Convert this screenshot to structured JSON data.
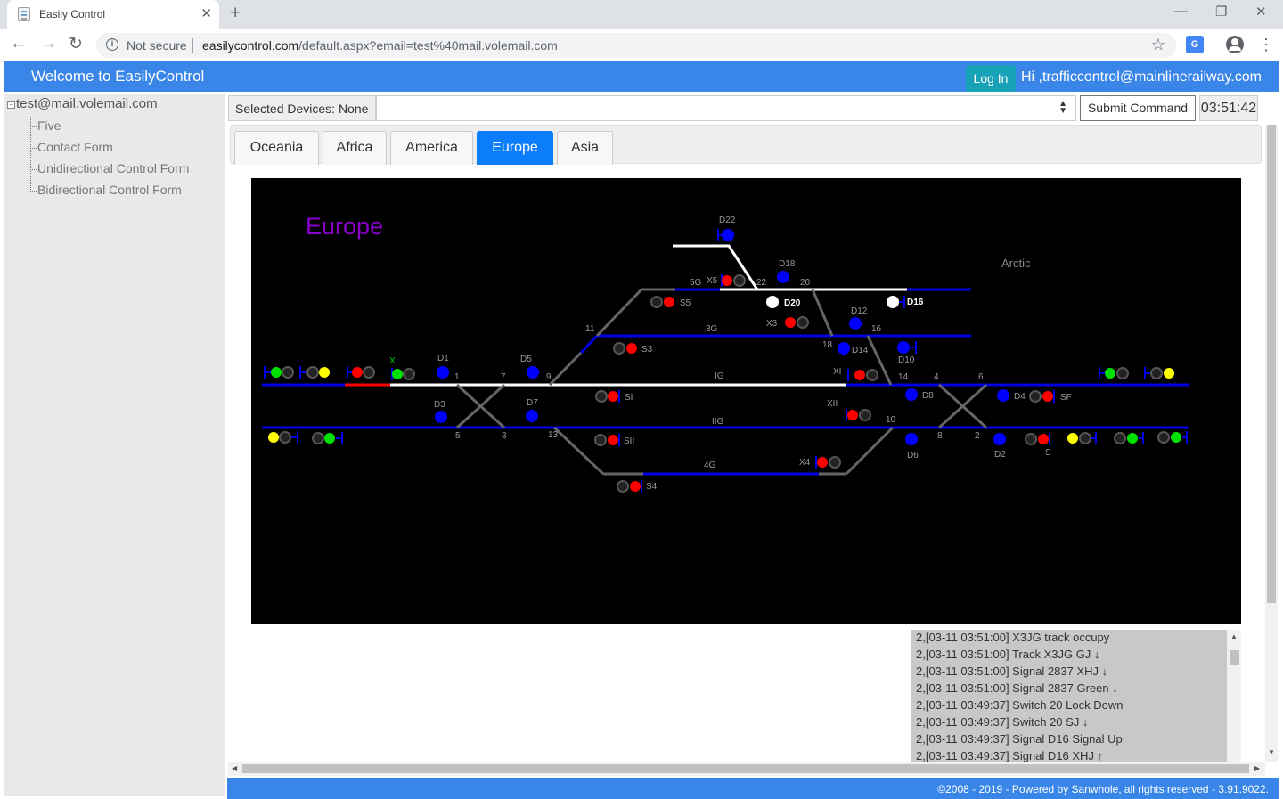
{
  "browser": {
    "tab_title": "Easily Control",
    "not_secure": "Not secure",
    "url_host": "easilycontrol.com",
    "url_rest": "/default.aspx?email=test%40mail.volemail.com"
  },
  "header": {
    "welcome": "Welcome to EasilyControl",
    "login": "Log In",
    "greeting": "Hi ,trafficcontrol@mainlinerailway.com"
  },
  "sidebar": {
    "root": "test@mail.volemail.com",
    "items": [
      "Five",
      "Contact Form",
      "Unidirectional Control Form",
      "Bidirectional Control Form"
    ]
  },
  "toolbar": {
    "selected_devices": "Selected Devices: None",
    "submit": "Submit Command",
    "clock": "03:51:42"
  },
  "tabs": [
    "Oceania",
    "Africa",
    "America",
    "Europe",
    "Asia"
  ],
  "active_tab": "Europe",
  "diagram": {
    "title": "Europe",
    "region_label": "Arctic",
    "colors": {
      "track": "#0000e6",
      "route": "#ffffff",
      "occupied": "#ff0000",
      "switch": "#666666",
      "title": "#8800cc",
      "label": "#999999"
    },
    "labels": {
      "d22": "D22",
      "d18": "D18",
      "d20": "D20",
      "d16": "D16",
      "d12": "D12",
      "d14": "D14",
      "d10": "D10",
      "d1": "D1",
      "d3": "D3",
      "d5": "D5",
      "d7": "D7",
      "d8": "D8",
      "d4": "D4",
      "d6": "D6",
      "d2": "D2",
      "x5": "X5",
      "x3": "X3",
      "x4": "X4",
      "xi": "XI",
      "xii": "XII",
      "x": "X",
      "s5": "S5",
      "s3": "S3",
      "si": "SI",
      "sii": "SII",
      "s4": "S4",
      "sf": "SF",
      "s": "S",
      "t5g": "5G",
      "t3g": "3G",
      "tig": "IG",
      "tiig": "IIG",
      "t4g": "4G",
      "sw22": "22",
      "sw20": "20",
      "sw16": "16",
      "sw18": "18",
      "sw11": "11",
      "sw9": "9",
      "sw1": "1",
      "sw7": "7",
      "sw5": "5",
      "sw3": "3",
      "sw13": "13",
      "sw14": "14",
      "sw4": "4",
      "sw6": "6",
      "sw8": "8",
      "sw2": "2",
      "sw10": "10"
    }
  },
  "log": [
    "2,[03-11 03:51:00] X3JG track occupy",
    "2,[03-11 03:51:00] Track X3JG GJ ↓",
    "2,[03-11 03:51:00] Signal 2837 XHJ ↓",
    "2,[03-11 03:51:00] Signal 2837 Green ↓",
    "2,[03-11 03:49:37] Switch 20 Lock Down",
    "2,[03-11 03:49:37] Switch 20 SJ ↓",
    "2,[03-11 03:49:37] Signal D16 Signal Up",
    "2,[03-11 03:49:37] Signal D16 XHJ ↑"
  ],
  "footer": "©2008 - 2019 - Powered by Sanwhole, all rights reserved - 3.91.9022."
}
